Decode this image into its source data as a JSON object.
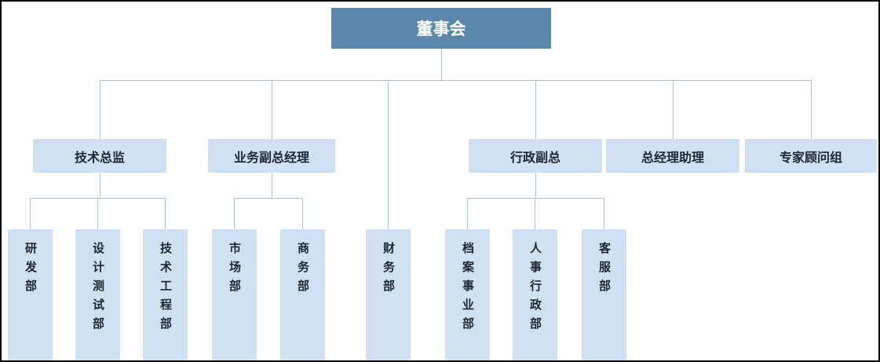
{
  "root": {
    "label": "董事会"
  },
  "level2": [
    {
      "label": "技术总监"
    },
    {
      "label": "业务副总经理"
    },
    {
      "label": "行政副总"
    },
    {
      "label": "总经理助理"
    },
    {
      "label": "专家顾问组"
    }
  ],
  "level3": [
    {
      "label": "研发部"
    },
    {
      "label": "设计测试部"
    },
    {
      "label": "技术工程部"
    },
    {
      "label": "市场部"
    },
    {
      "label": "商务部"
    },
    {
      "label": "财务部"
    },
    {
      "label": "档案事业部"
    },
    {
      "label": "人事行政部"
    },
    {
      "label": "客服部"
    }
  ],
  "hierarchy": {
    "董事会": [
      "技术总监",
      "业务副总经理",
      "财务部",
      "行政副总",
      "总经理助理",
      "专家顾问组"
    ],
    "技术总监": [
      "研发部",
      "设计测试部",
      "技术工程部"
    ],
    "业务副总经理": [
      "市场部",
      "商务部"
    ],
    "行政副总": [
      "档案事业部",
      "人事行政部",
      "客服部"
    ]
  },
  "colors": {
    "root_fill": "#5b87ad",
    "node_fill": "#cfe1f2",
    "line_color": "#a9c4de",
    "root_text": "#ffffff",
    "node_text": "#1e2633"
  }
}
